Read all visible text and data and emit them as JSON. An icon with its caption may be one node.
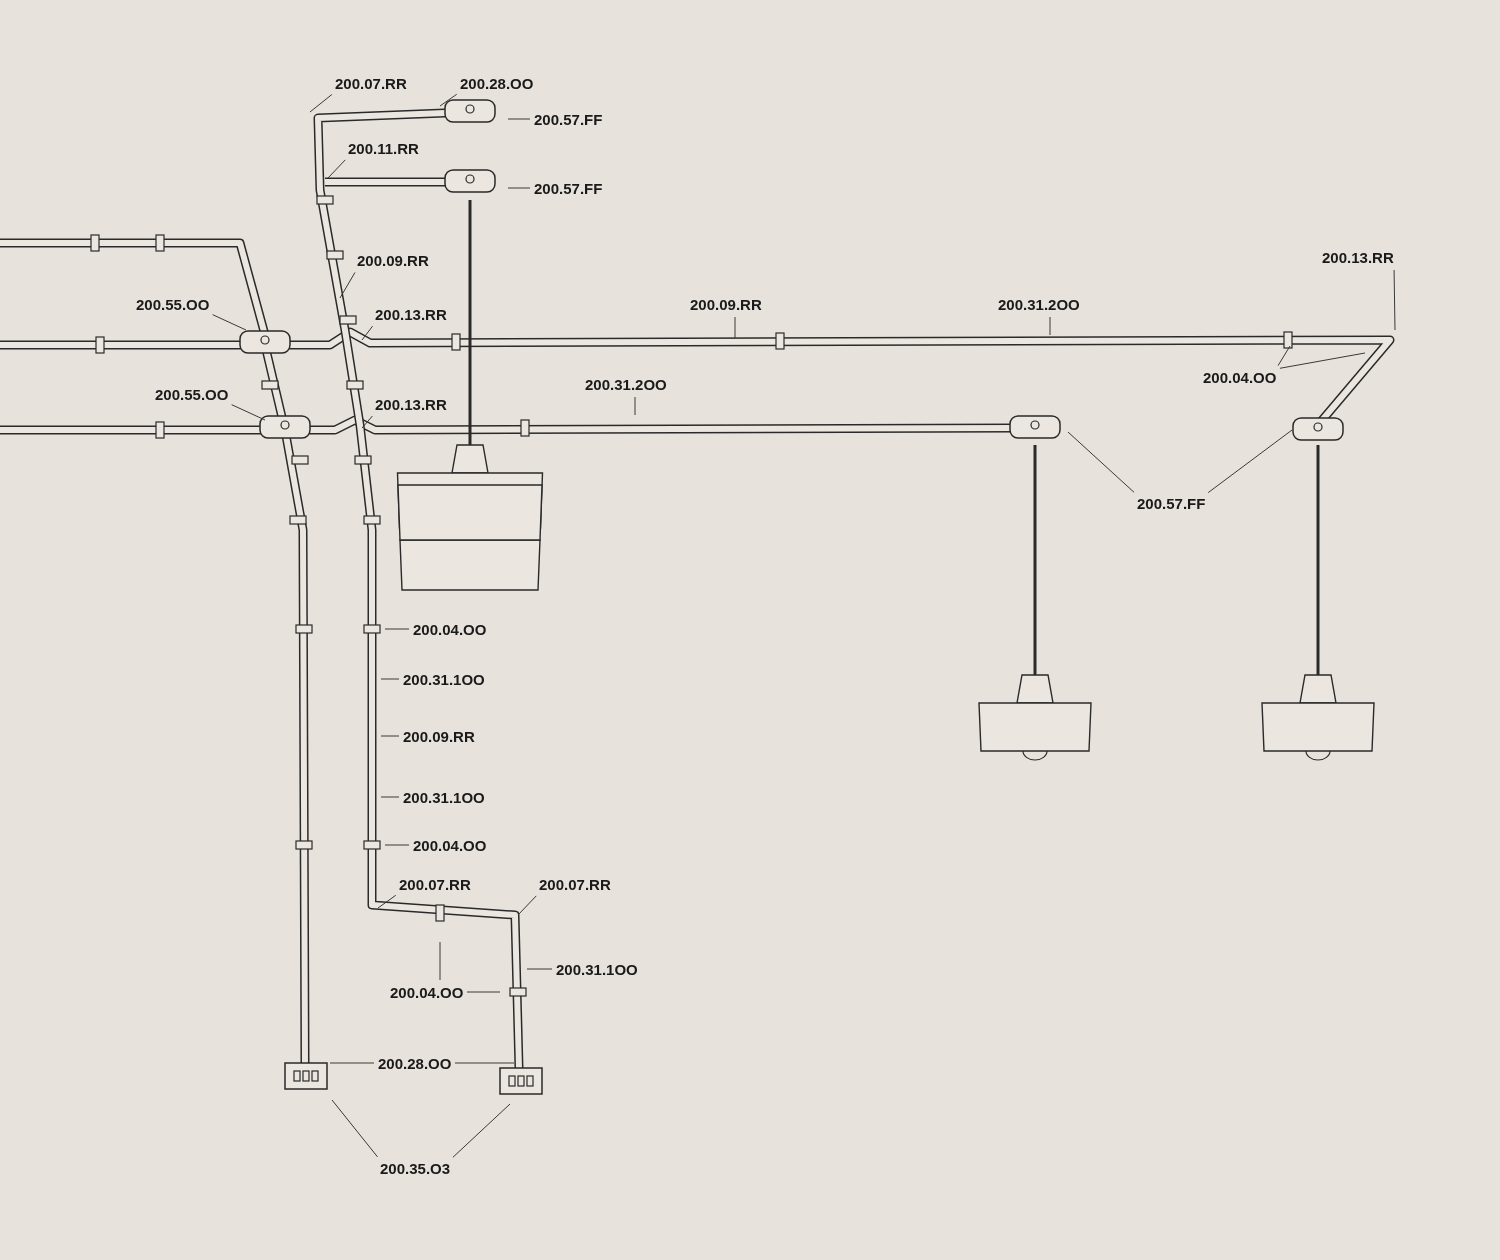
{
  "diagram": {
    "nodes": [
      {
        "text": [
          "200.07.RR"
        ]
      },
      {
        "text": [
          "200.28.OO"
        ]
      },
      {
        "text": [
          "200.57.FF"
        ]
      },
      {
        "text": [
          "200.11.RR"
        ]
      },
      {
        "text": [
          "200.57.FF"
        ]
      },
      {
        "text": [
          "200.09.RR"
        ]
      },
      {
        "text": [
          "200.55.OO"
        ]
      },
      {
        "text": [
          "200.13.RR"
        ]
      },
      {
        "text": [
          "200.09.RR"
        ]
      },
      {
        "text": [
          "200.31.2OO"
        ]
      },
      {
        "text": [
          "200.13.RR"
        ]
      },
      {
        "text": [
          "200.04.OO"
        ]
      },
      {
        "text": [
          "200.55.OO"
        ]
      },
      {
        "text": [
          "200.31.2OO"
        ]
      },
      {
        "text": [
          "200.13.RR"
        ]
      },
      {
        "text": [
          "200.57.FF"
        ]
      },
      {
        "text": [
          "200.04.OO"
        ]
      },
      {
        "text": [
          "200.31.1OO"
        ]
      },
      {
        "text": [
          "200.09.RR"
        ]
      },
      {
        "text": [
          "200.31.1OO"
        ]
      },
      {
        "text": [
          "200.04.OO"
        ]
      },
      {
        "text": [
          "200.07.RR"
        ]
      },
      {
        "text": [
          "200.07.RR"
        ]
      },
      {
        "text": [
          "200.31.1OO"
        ]
      },
      {
        "text": [
          "200.04.OO"
        ]
      },
      {
        "text": [
          "200.28.OO"
        ]
      },
      {
        "text": [
          "200.35.O3"
        ]
      }
    ],
    "edges": [
      {
        "from": 0,
        "to": null,
        "arrow": "none"
      },
      {
        "from": 1,
        "to": null,
        "arrow": "none"
      },
      {
        "from": 2,
        "to": null,
        "arrow": "none"
      },
      {
        "from": 3,
        "to": null,
        "arrow": "none"
      },
      {
        "from": 4,
        "to": null,
        "arrow": "none"
      },
      {
        "from": 5,
        "to": null,
        "arrow": "none"
      },
      {
        "from": 6,
        "to": null,
        "arrow": "none"
      },
      {
        "from": 7,
        "to": null,
        "arrow": "none"
      },
      {
        "from": 8,
        "to": null,
        "arrow": "none"
      },
      {
        "from": 9,
        "to": null,
        "arrow": "none"
      },
      {
        "from": 10,
        "to": null,
        "arrow": "none"
      },
      {
        "from": 11,
        "to": null,
        "arrow": "none"
      },
      {
        "from": 11,
        "to": null,
        "arrow": "none"
      },
      {
        "from": 12,
        "to": null,
        "arrow": "none"
      },
      {
        "from": 13,
        "to": null,
        "arrow": "none"
      },
      {
        "from": 14,
        "to": null,
        "arrow": "none"
      },
      {
        "from": 15,
        "to": null,
        "arrow": "none"
      },
      {
        "from": 15,
        "to": null,
        "arrow": "none"
      },
      {
        "from": 16,
        "to": null,
        "arrow": "none"
      },
      {
        "from": 17,
        "to": null,
        "arrow": "none"
      },
      {
        "from": 18,
        "to": null,
        "arrow": "none"
      },
      {
        "from": 19,
        "to": null,
        "arrow": "none"
      },
      {
        "from": 20,
        "to": null,
        "arrow": "none"
      },
      {
        "from": 21,
        "to": null,
        "arrow": "none"
      },
      {
        "from": 22,
        "to": null,
        "arrow": "none"
      },
      {
        "from": 23,
        "to": null,
        "arrow": "none"
      },
      {
        "from": 24,
        "to": null,
        "arrow": "none"
      },
      {
        "from": 24,
        "to": null,
        "arrow": "none"
      },
      {
        "from": 25,
        "to": null,
        "arrow": "none"
      },
      {
        "from": 25,
        "to": null,
        "arrow": "none"
      },
      {
        "from": 26,
        "to": null,
        "arrow": "none"
      },
      {
        "from": 26,
        "to": null,
        "arrow": "none"
      }
    ]
  }
}
